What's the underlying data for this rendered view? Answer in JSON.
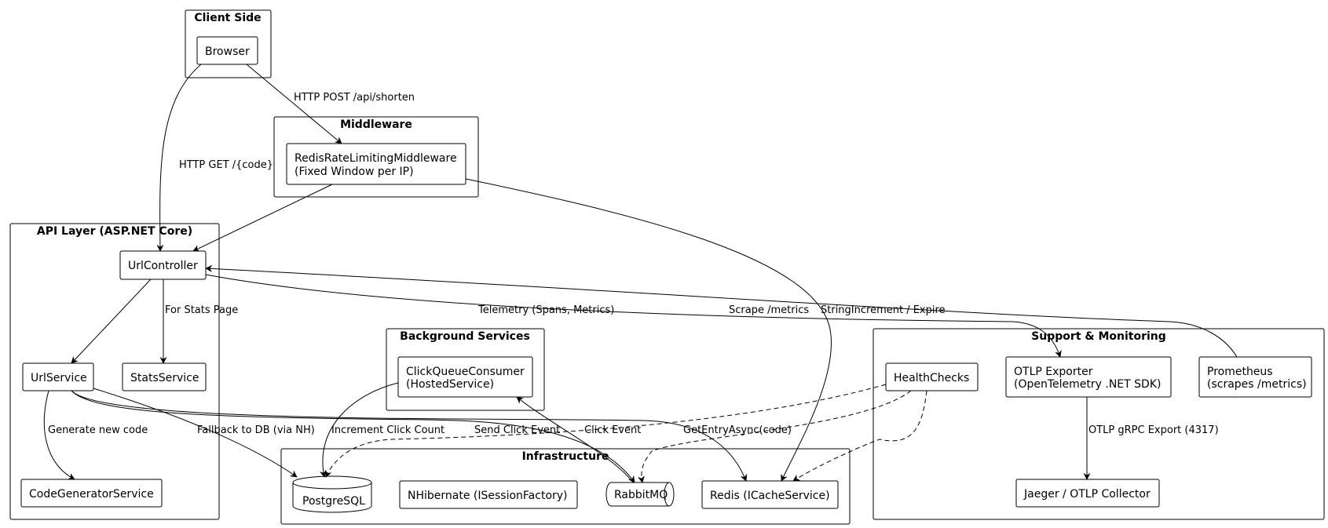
{
  "frames": {
    "client": "Client Side",
    "middleware": "Middleware",
    "api": "API Layer (ASP.NET Core)",
    "background": "Background Services",
    "infrastructure": "Infrastructure",
    "support": "Support & Monitoring"
  },
  "nodes": {
    "browser": "Browser",
    "rate_limiter_1": "RedisRateLimitingMiddleware",
    "rate_limiter_2": "(Fixed Window per IP)",
    "url_controller": "UrlController",
    "url_service": "UrlService",
    "stats_service": "StatsService",
    "code_generator": "CodeGeneratorService",
    "click_consumer_1": "ClickQueueConsumer",
    "click_consumer_2": "(HostedService)",
    "postgres": "PostgreSQL",
    "nhibernate": "NHibernate (ISessionFactory)",
    "rabbitmq": "RabbitMQ",
    "redis": "Redis (ICacheService)",
    "health_checks": "HealthChecks",
    "otlp_exporter_1": "OTLP Exporter",
    "otlp_exporter_2": "(OpenTelemetry .NET SDK)",
    "prometheus_1": "Prometheus",
    "prometheus_2": "(scrapes /metrics)",
    "jaeger": "Jaeger / OTLP Collector"
  },
  "edges": {
    "http_post": "HTTP POST /api/shorten",
    "http_get": "HTTP GET /{code}",
    "for_stats": "For Stats Page",
    "telemetry": "Telemetry (Spans, Metrics)",
    "scrape": "Scrape /metrics",
    "string_increment": "StringIncrement / Expire",
    "generate_code": "Generate new code",
    "fallback_db": "Fallback to DB (via NH)",
    "increment_click": "Increment Click Count",
    "send_click": "Send Click Event",
    "click_event": "Click Event",
    "get_entry": "GetEntryAsync(code)",
    "otlp_grpc": "OTLP gRPC Export (4317)"
  }
}
